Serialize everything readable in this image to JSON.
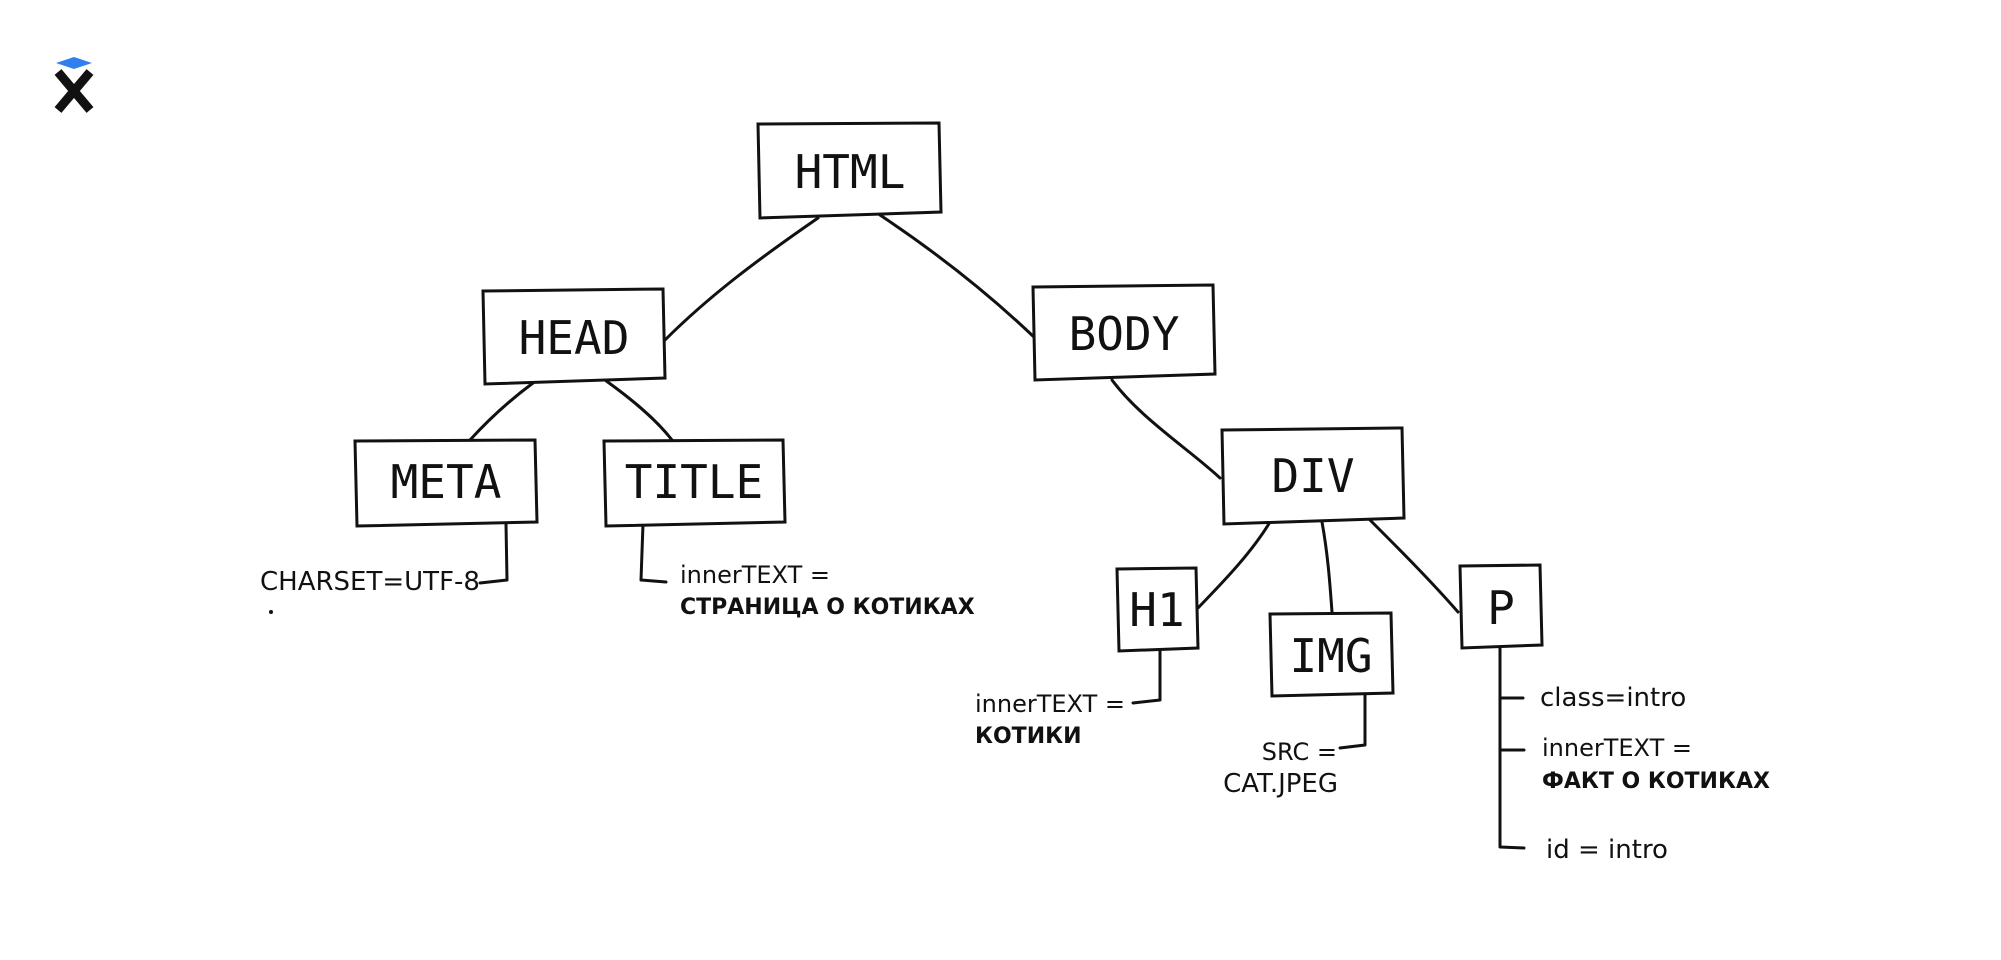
{
  "logo": {
    "name": "logo-x",
    "top_color": "#2f80ed",
    "letter_color": "#111111"
  },
  "nodes": {
    "html": "HTML",
    "head": "HEAD",
    "body": "BODY",
    "meta": "META",
    "title": "TITLE",
    "div": "DIV",
    "h1": "H1",
    "img": "IMG",
    "p": "P"
  },
  "attributes": {
    "meta_charset": "CHARSET=UTF-8",
    "title_innertext_key": "innerTEXT =",
    "title_innertext_value": "СТРАНИЦА О КОТИКАХ",
    "h1_innertext_key": "innerTEXT =",
    "h1_innertext_value": "КОТИКИ",
    "img_src_key": "SRC =",
    "img_src_value": "CAT.JPEG",
    "p_class": "class=intro",
    "p_innertext_key": "innerTEXT =",
    "p_innertext_value": "ФАКТ О КОТИКАХ",
    "p_id": "id = intro"
  }
}
